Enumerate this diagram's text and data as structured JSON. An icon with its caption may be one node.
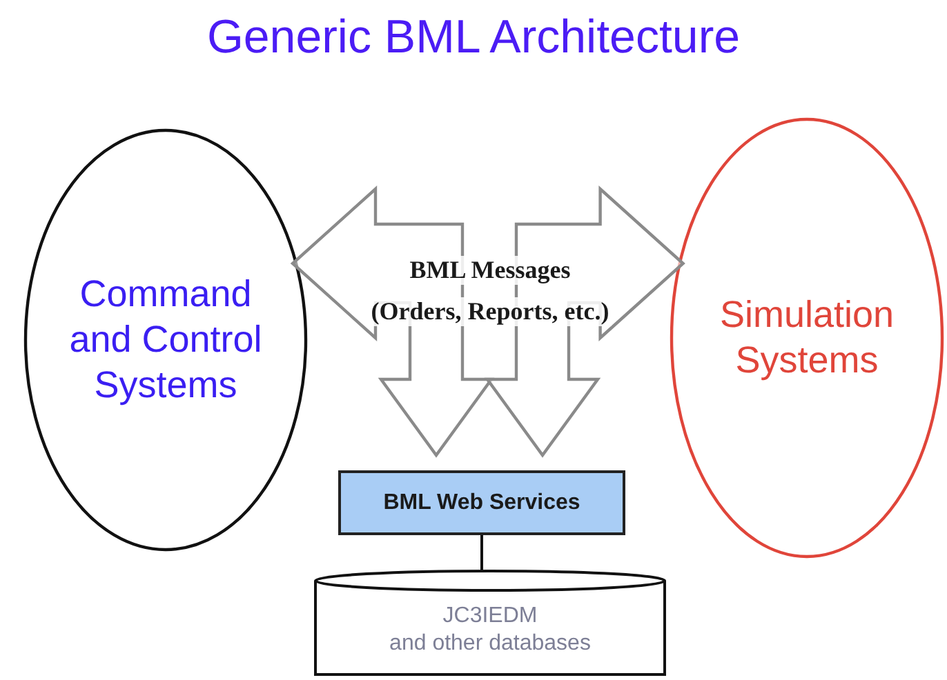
{
  "diagram": {
    "title": "Generic BML Architecture",
    "nodes": [
      {
        "text": [
          "Command and Control Systems"
        ]
      },
      {
        "text": [
          "Simulation Systems"
        ]
      },
      {
        "text": [
          "BML Web Services"
        ]
      },
      {
        "text": [
          "JC3IEDM",
          "and other databases"
        ]
      }
    ],
    "edges": [
      {
        "from": 0,
        "to": 2,
        "arrow": "both",
        "style": "thick"
      },
      {
        "from": 2,
        "to": 1,
        "arrow": "both",
        "style": "thick"
      },
      {
        "from": 2,
        "to": 3,
        "arrow": "none"
      }
    ],
    "labels": [
      "BML Messages",
      "(Orders, Reports, etc.)"
    ]
  }
}
